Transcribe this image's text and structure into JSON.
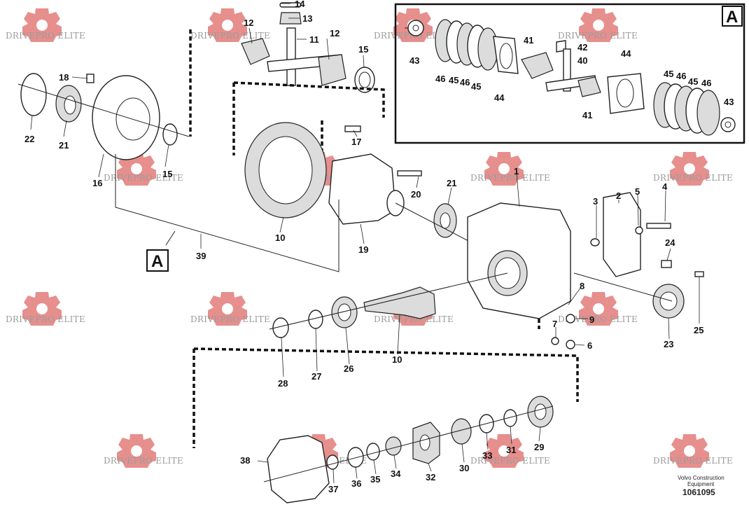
{
  "watermark": {
    "text": "DRIVEPRO ELITE",
    "color": "#d9534f"
  },
  "view_marker": "A",
  "footer": {
    "line1": "Volvo Construction",
    "line2": "Equipment",
    "number": "1061095"
  },
  "labels": {
    "l14": "14",
    "l13": "13",
    "l11": "11",
    "l12a": "12",
    "l12b": "12",
    "l15a": "15",
    "l18": "18",
    "l22": "22",
    "l21a": "21",
    "l16": "16",
    "l15b": "15",
    "l17": "17",
    "l10a": "10",
    "l20": "20",
    "l21b": "21",
    "l19": "19",
    "l39": "39",
    "l1": "1",
    "l3": "3",
    "l2": "2",
    "l5": "5",
    "l4": "4",
    "l24": "24",
    "l8": "8",
    "l9": "9",
    "l7": "7",
    "l6": "6",
    "l23": "23",
    "l25": "25",
    "l28": "28",
    "l27": "27",
    "l26": "26",
    "l10b": "10",
    "l38": "38",
    "l37": "37",
    "l36": "36",
    "l35": "35",
    "l34": "34",
    "l32": "32",
    "l30": "30",
    "l33": "33",
    "l31": "31",
    "l29": "29",
    "i43a": "43",
    "i46a": "46",
    "i45a": "45",
    "i46b": "46",
    "i45b": "45",
    "i44a": "44",
    "i41a": "41",
    "i42": "42",
    "i40": "40",
    "i41b": "41",
    "i44b": "44",
    "i45c": "45",
    "i46c": "46",
    "i45d": "45",
    "i46d": "46",
    "i43b": "43"
  }
}
